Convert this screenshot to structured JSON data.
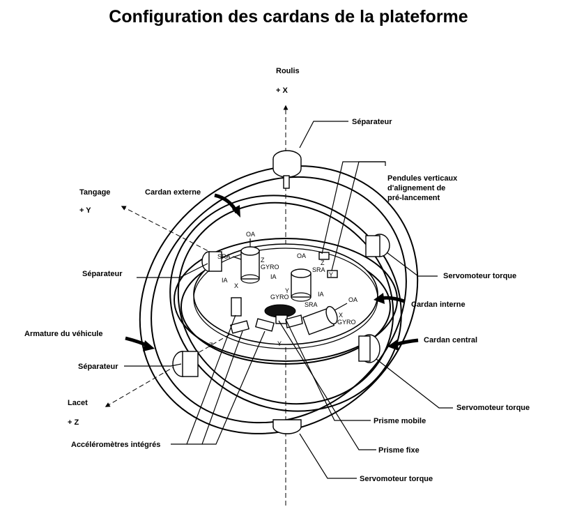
{
  "title": "Configuration des cardans de la plateforme",
  "axes": {
    "roll": {
      "name": "Roulis",
      "sign": "+ X"
    },
    "pitch": {
      "name": "Tangage",
      "sign": "+ Y"
    },
    "yaw": {
      "name": "Lacet",
      "sign": "+ Z"
    }
  },
  "labels": {
    "separator_top": "Séparateur",
    "separator_left": "Séparateur",
    "separator_bottom": "Séparateur",
    "pendulums_line1": "Pendules verticaux",
    "pendulums_line2": "d'alignement de",
    "pendulums_line3": "pré-lancement",
    "outer_gimbal": "Cardan externe",
    "torque_motor_right": "Servomoteur torque",
    "inner_gimbal": "Cardan interne",
    "middle_gimbal": "Cardan central",
    "torque_motor_lower_right": "Servomoteur torque",
    "vehicle_frame": "Armature du véhicule",
    "moving_prism": "Prisme mobile",
    "fixed_prism": "Prisme fixe",
    "accelerometers": "Accéléromètres intégrés",
    "torque_motor_bottom": "Servomoteur torque"
  },
  "gyros": {
    "z": {
      "oa": "OA",
      "sra": "SRA",
      "name": "Z",
      "gyro": "GYRO",
      "ia": "IA",
      "axis": "X"
    },
    "y": {
      "oa": "OA",
      "sra": "SRA",
      "name": "Y",
      "gyro": "GYRO",
      "ia": "IA"
    },
    "x": {
      "oa": "OA",
      "sra": "SRA",
      "name": "X",
      "gyro": "GYRO",
      "ia": "IA"
    }
  },
  "platform_marks": {
    "z": "Z",
    "y": "Y",
    "pendulum_z": "Z",
    "pendulum_y": "Y"
  }
}
